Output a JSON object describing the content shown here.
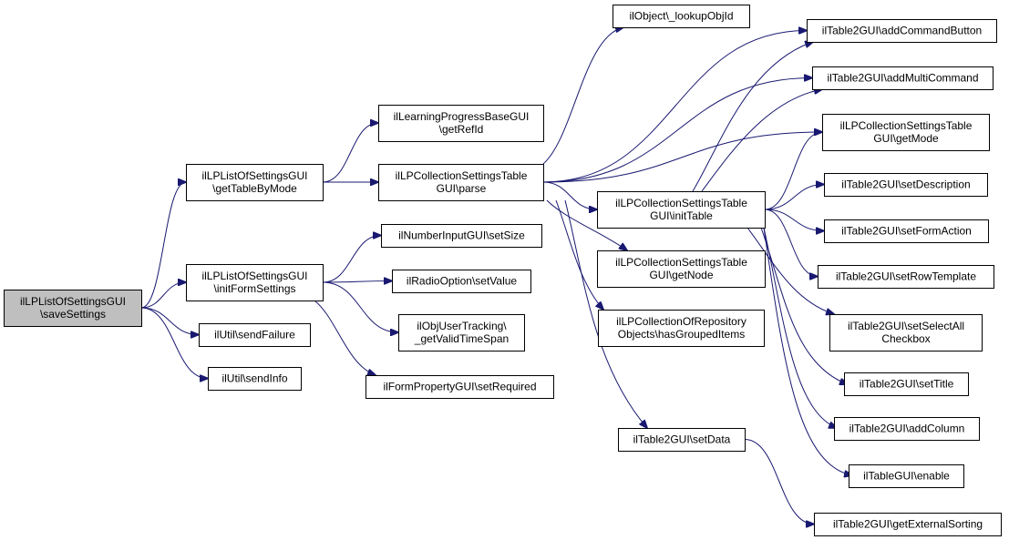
{
  "nodes": [
    {
      "id": "n0",
      "lines": [
        "ilLPListOfSettingsGUI",
        "\\saveSettings"
      ],
      "root": true
    },
    {
      "id": "n1",
      "lines": [
        "ilLPListOfSettingsGUI",
        "\\getTableByMode"
      ]
    },
    {
      "id": "n2",
      "lines": [
        "ilLPListOfSettingsGUI",
        "\\initFormSettings"
      ]
    },
    {
      "id": "n3",
      "lines": [
        "ilUtil\\sendFailure"
      ]
    },
    {
      "id": "n4",
      "lines": [
        "ilUtil\\sendInfo"
      ]
    },
    {
      "id": "n5",
      "lines": [
        "ilLearningProgressBaseGUI",
        "\\getRefId"
      ]
    },
    {
      "id": "n6",
      "lines": [
        "ilLPCollectionSettingsTable",
        "GUI\\parse"
      ]
    },
    {
      "id": "n7",
      "lines": [
        "ilNumberInputGUI\\setSize"
      ]
    },
    {
      "id": "n8",
      "lines": [
        "ilRadioOption\\setValue"
      ]
    },
    {
      "id": "n9",
      "lines": [
        "ilObjUserTracking\\",
        "_getValidTimeSpan"
      ]
    },
    {
      "id": "n10",
      "lines": [
        "ilFormPropertyGUI\\setRequired"
      ]
    },
    {
      "id": "n11",
      "lines": [
        "ilObject\\_lookupObjId"
      ]
    },
    {
      "id": "n12",
      "lines": [
        "ilLPCollectionSettingsTable",
        "GUI\\initTable"
      ]
    },
    {
      "id": "n13",
      "lines": [
        "ilLPCollectionSettingsTable",
        "GUI\\getNode"
      ]
    },
    {
      "id": "n14",
      "lines": [
        "ilLPCollectionOfRepository",
        "Objects\\hasGroupedItems"
      ]
    },
    {
      "id": "n15",
      "lines": [
        "ilTable2GUI\\setData"
      ]
    },
    {
      "id": "n16",
      "lines": [
        "ilTable2GUI\\addCommandButton"
      ]
    },
    {
      "id": "n17",
      "lines": [
        "ilTable2GUI\\addMultiCommand"
      ]
    },
    {
      "id": "n18",
      "lines": [
        "ilLPCollectionSettingsTable",
        "GUI\\getMode"
      ]
    },
    {
      "id": "n19",
      "lines": [
        "ilTable2GUI\\setDescription"
      ]
    },
    {
      "id": "n20",
      "lines": [
        "ilTable2GUI\\setFormAction"
      ]
    },
    {
      "id": "n21",
      "lines": [
        "ilTable2GUI\\setRowTemplate"
      ]
    },
    {
      "id": "n22",
      "lines": [
        "ilTable2GUI\\setSelectAll",
        "Checkbox"
      ]
    },
    {
      "id": "n23",
      "lines": [
        "ilTable2GUI\\setTitle"
      ]
    },
    {
      "id": "n24",
      "lines": [
        "ilTable2GUI\\addColumn"
      ]
    },
    {
      "id": "n25",
      "lines": [
        "ilTableGUI\\enable"
      ]
    },
    {
      "id": "n26",
      "lines": [
        "ilTable2GUI\\getExternalSorting"
      ]
    }
  ],
  "edges": [
    [
      "n0",
      "n1"
    ],
    [
      "n0",
      "n2"
    ],
    [
      "n0",
      "n3"
    ],
    [
      "n0",
      "n4"
    ],
    [
      "n1",
      "n5"
    ],
    [
      "n1",
      "n6"
    ],
    [
      "n2",
      "n7"
    ],
    [
      "n2",
      "n8"
    ],
    [
      "n2",
      "n9"
    ],
    [
      "n2",
      "n10"
    ],
    [
      "n6",
      "n11"
    ],
    [
      "n6",
      "n12"
    ],
    [
      "n6",
      "n13"
    ],
    [
      "n6",
      "n14"
    ],
    [
      "n6",
      "n15"
    ],
    [
      "n6",
      "n16"
    ],
    [
      "n6",
      "n17"
    ],
    [
      "n6",
      "n18"
    ],
    [
      "n12",
      "n16"
    ],
    [
      "n12",
      "n17"
    ],
    [
      "n12",
      "n18"
    ],
    [
      "n12",
      "n19"
    ],
    [
      "n12",
      "n20"
    ],
    [
      "n12",
      "n21"
    ],
    [
      "n12",
      "n22"
    ],
    [
      "n12",
      "n23"
    ],
    [
      "n12",
      "n24"
    ],
    [
      "n12",
      "n25"
    ],
    [
      "n15",
      "n26"
    ]
  ],
  "colors": {
    "edge": "#191970",
    "root_fill": "#bfbfbf",
    "node_fill": "#ffffff"
  }
}
